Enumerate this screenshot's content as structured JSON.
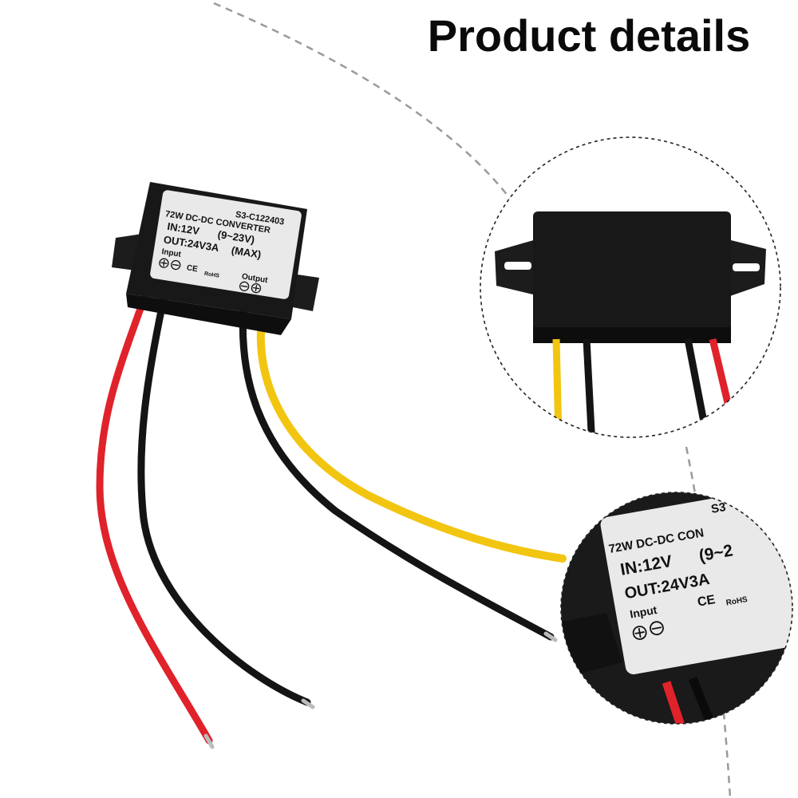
{
  "header": {
    "title": "Product details"
  },
  "product": {
    "model": "S3-C122403",
    "name": "72W  DC-DC  CONVERTER",
    "input_spec": "IN:12V",
    "input_range": "(9~23V)",
    "output_spec": "OUT:24V3A",
    "output_note": "(MAX)",
    "input_label": "Input",
    "output_label": "Output",
    "ce_mark": "CE",
    "rohs_mark": "RoHS"
  },
  "zoom_label": {
    "model_partial": "S3",
    "name_partial": "72W  DC-DC  CON",
    "input_spec": "IN:12V",
    "input_range_partial": "(9~2",
    "output_spec": "OUT:24V3A",
    "input_label": "Input",
    "ce_mark": "CE",
    "rohs_mark": "RoHS"
  },
  "colors": {
    "wire_red": "#e0222b",
    "wire_black": "#141414",
    "wire_yellow": "#f2c511",
    "housing": "#1b1b1b",
    "label_bg": "#e9e9e9"
  }
}
